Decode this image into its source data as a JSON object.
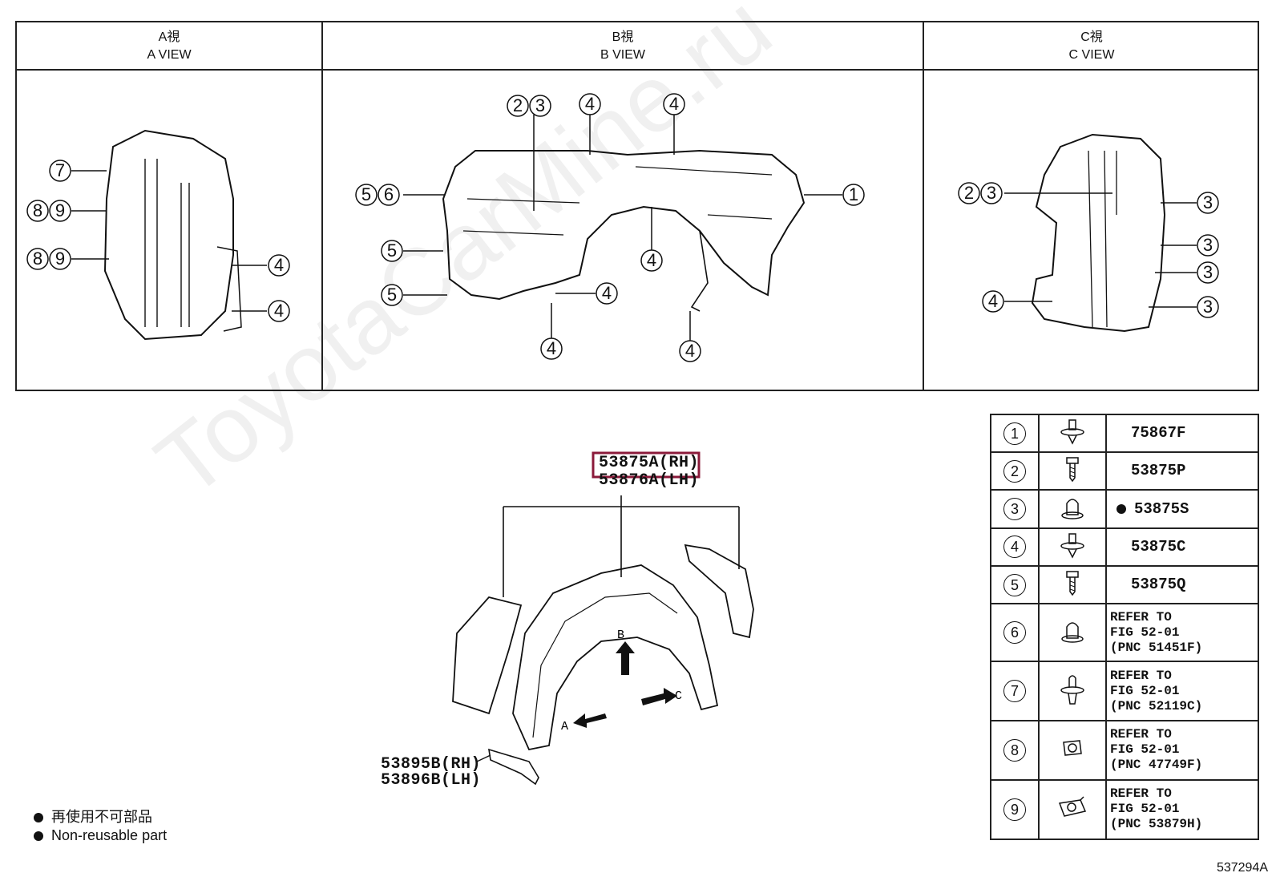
{
  "views": [
    {
      "jp": "A視",
      "en": "A VIEW"
    },
    {
      "jp": "B視",
      "en": "B VIEW"
    },
    {
      "jp": "C視",
      "en": "C VIEW"
    }
  ],
  "a_view_callouts": [
    "7",
    "8",
    "9",
    "8",
    "9",
    "4",
    "4"
  ],
  "b_view_callouts": [
    "2",
    "3",
    "4",
    "4",
    "5",
    "6",
    "1",
    "5",
    "4",
    "5",
    "4",
    "4",
    "4"
  ],
  "c_view_callouts": [
    "2",
    "3",
    "3",
    "3",
    "3",
    "4",
    "3"
  ],
  "main": {
    "part_rh": "53875A(RH)",
    "part_lh": "53876A(LH)",
    "part2_rh": "53895B(RH)",
    "part2_lh": "53896B(LH)",
    "arrow_a": "A",
    "arrow_b": "B",
    "arrow_c": "C"
  },
  "legend": [
    {
      "n": "1",
      "icon": "clip-icon",
      "text": "75867F"
    },
    {
      "n": "2",
      "icon": "screw-icon",
      "text": "53875P"
    },
    {
      "n": "3",
      "icon": "push-clip-icon",
      "text": "53875S",
      "non_reusable": true
    },
    {
      "n": "4",
      "icon": "clip-icon",
      "text": "53875C"
    },
    {
      "n": "5",
      "icon": "screw-icon",
      "text": "53875Q"
    },
    {
      "n": "6",
      "icon": "push-clip-icon",
      "ref1": "REFER TO",
      "ref2": "FIG 52-01",
      "ref3": "(PNC 51451F)"
    },
    {
      "n": "7",
      "icon": "long-clip-icon",
      "ref1": "REFER TO",
      "ref2": "FIG 52-01",
      "ref3": "(PNC 52119C)"
    },
    {
      "n": "8",
      "icon": "nut-icon",
      "ref1": "REFER TO",
      "ref2": "FIG 52-01",
      "ref3": "(PNC 47749F)"
    },
    {
      "n": "9",
      "icon": "bracket-nut-icon",
      "ref1": "REFER TO",
      "ref2": "FIG 52-01",
      "ref3": "(PNC 53879H)"
    }
  ],
  "notes": {
    "jp": "再使用不可部品",
    "en": "Non-reusable part"
  },
  "diagram_id": "537294A",
  "watermark": "ToyotaCarMine.ru",
  "colors": {
    "highlight": "#8b1a3a",
    "line": "#111111"
  }
}
